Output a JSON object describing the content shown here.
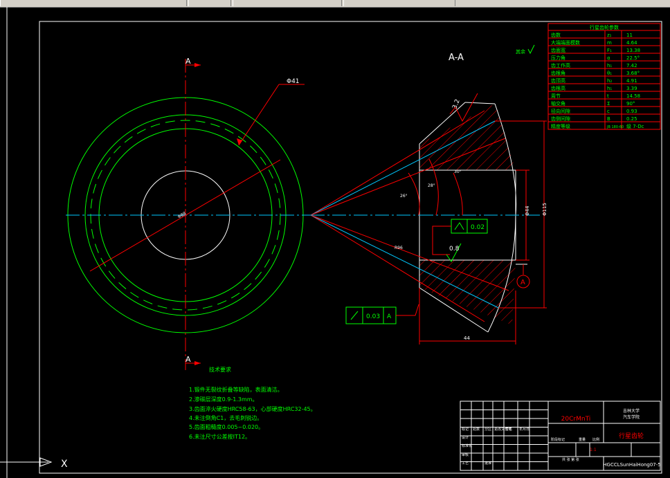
{
  "toolbar": {
    "segments": [
      "",
      "",
      "",
      ""
    ]
  },
  "drawing": {
    "section_label": "A-A",
    "section_marker_top": "A",
    "section_marker_bottom": "A",
    "diameter_note": "Φ41",
    "center_dim": "Φ88",
    "tech_req_title": "技术要求",
    "tech_requirements": [
      "1.锻件无裂纹折叠等缺陷，表面清洁。",
      "2.渗碳层深度0.9-1.3mm。",
      "3.齿面淬火硬度HRC58-63，心部硬度HRC32-45。",
      "4.未注倒角C1，去毛刺锐边。",
      "5.齿面粗糙度0.005~0.020。",
      "6.未注尺寸公差按IT12。"
    ],
    "roughness_top": "3.2",
    "roughness_mid": "0.8",
    "roughness_other": "其余",
    "angle_1": "26°",
    "angle_2": "28°",
    "angle_3": "30°",
    "dim_vertical_1": "Φ44",
    "dim_vertical_2": "Φ115",
    "dim_horizontal": "44",
    "dim_r": "R96",
    "tol_frame_1": {
      "value": "0.02"
    },
    "tol_frame_2": {
      "value": "0.03",
      "datum": "A"
    },
    "datum_label": "A"
  },
  "param_table": {
    "title": "行星齿轮参数",
    "rows": [
      {
        "name": "齿数",
        "sym": "z₁",
        "val": "11"
      },
      {
        "name": "大端端面模数",
        "sym": "m",
        "val": "4.64"
      },
      {
        "name": "齿面宽",
        "sym": "F₁",
        "val": "13.38"
      },
      {
        "name": "压力角",
        "sym": "α",
        "val": "22.5°"
      },
      {
        "name": "齿工作高",
        "sym": "h₁",
        "val": "7.42"
      },
      {
        "name": "齿根角",
        "sym": "θ₁",
        "val": "3.68°"
      },
      {
        "name": "齿顶高",
        "sym": "h₂",
        "val": "4.91"
      },
      {
        "name": "齿根高",
        "sym": "h₁",
        "val": "3.39"
      },
      {
        "name": "周节",
        "sym": "t",
        "val": "14.58"
      },
      {
        "name": "轴交角",
        "sym": "Σ",
        "val": "90°"
      },
      {
        "name": "径向间隙",
        "sym": "c",
        "val": "0.93"
      },
      {
        "name": "齿侧间隙",
        "sym": "B",
        "val": "0.25"
      },
      {
        "name": "精度等级",
        "sym": "JB 180-60",
        "val": "级 7-Dc"
      }
    ]
  },
  "title_block": {
    "material": "20CrMnTi",
    "school": "吉林大学",
    "school2": "汽车学院",
    "part_name": "行星齿轮",
    "drawing_no": "HGCCLSunHaiHong07-5",
    "scale": "1:1",
    "labels": [
      "标记",
      "处数",
      "分区",
      "更改文件号",
      "签名",
      "年月日",
      "设计",
      "标准化",
      "审核",
      "工艺",
      "批准",
      "阶段标记",
      "重量",
      "比例",
      "共 张 第 张"
    ]
  },
  "ucs": {
    "x_label": "X"
  },
  "colors": {
    "background": "#000000",
    "white": "#ffffff",
    "red": "#ff0000",
    "green": "#00ff00",
    "cyan": "#00c8ff"
  }
}
